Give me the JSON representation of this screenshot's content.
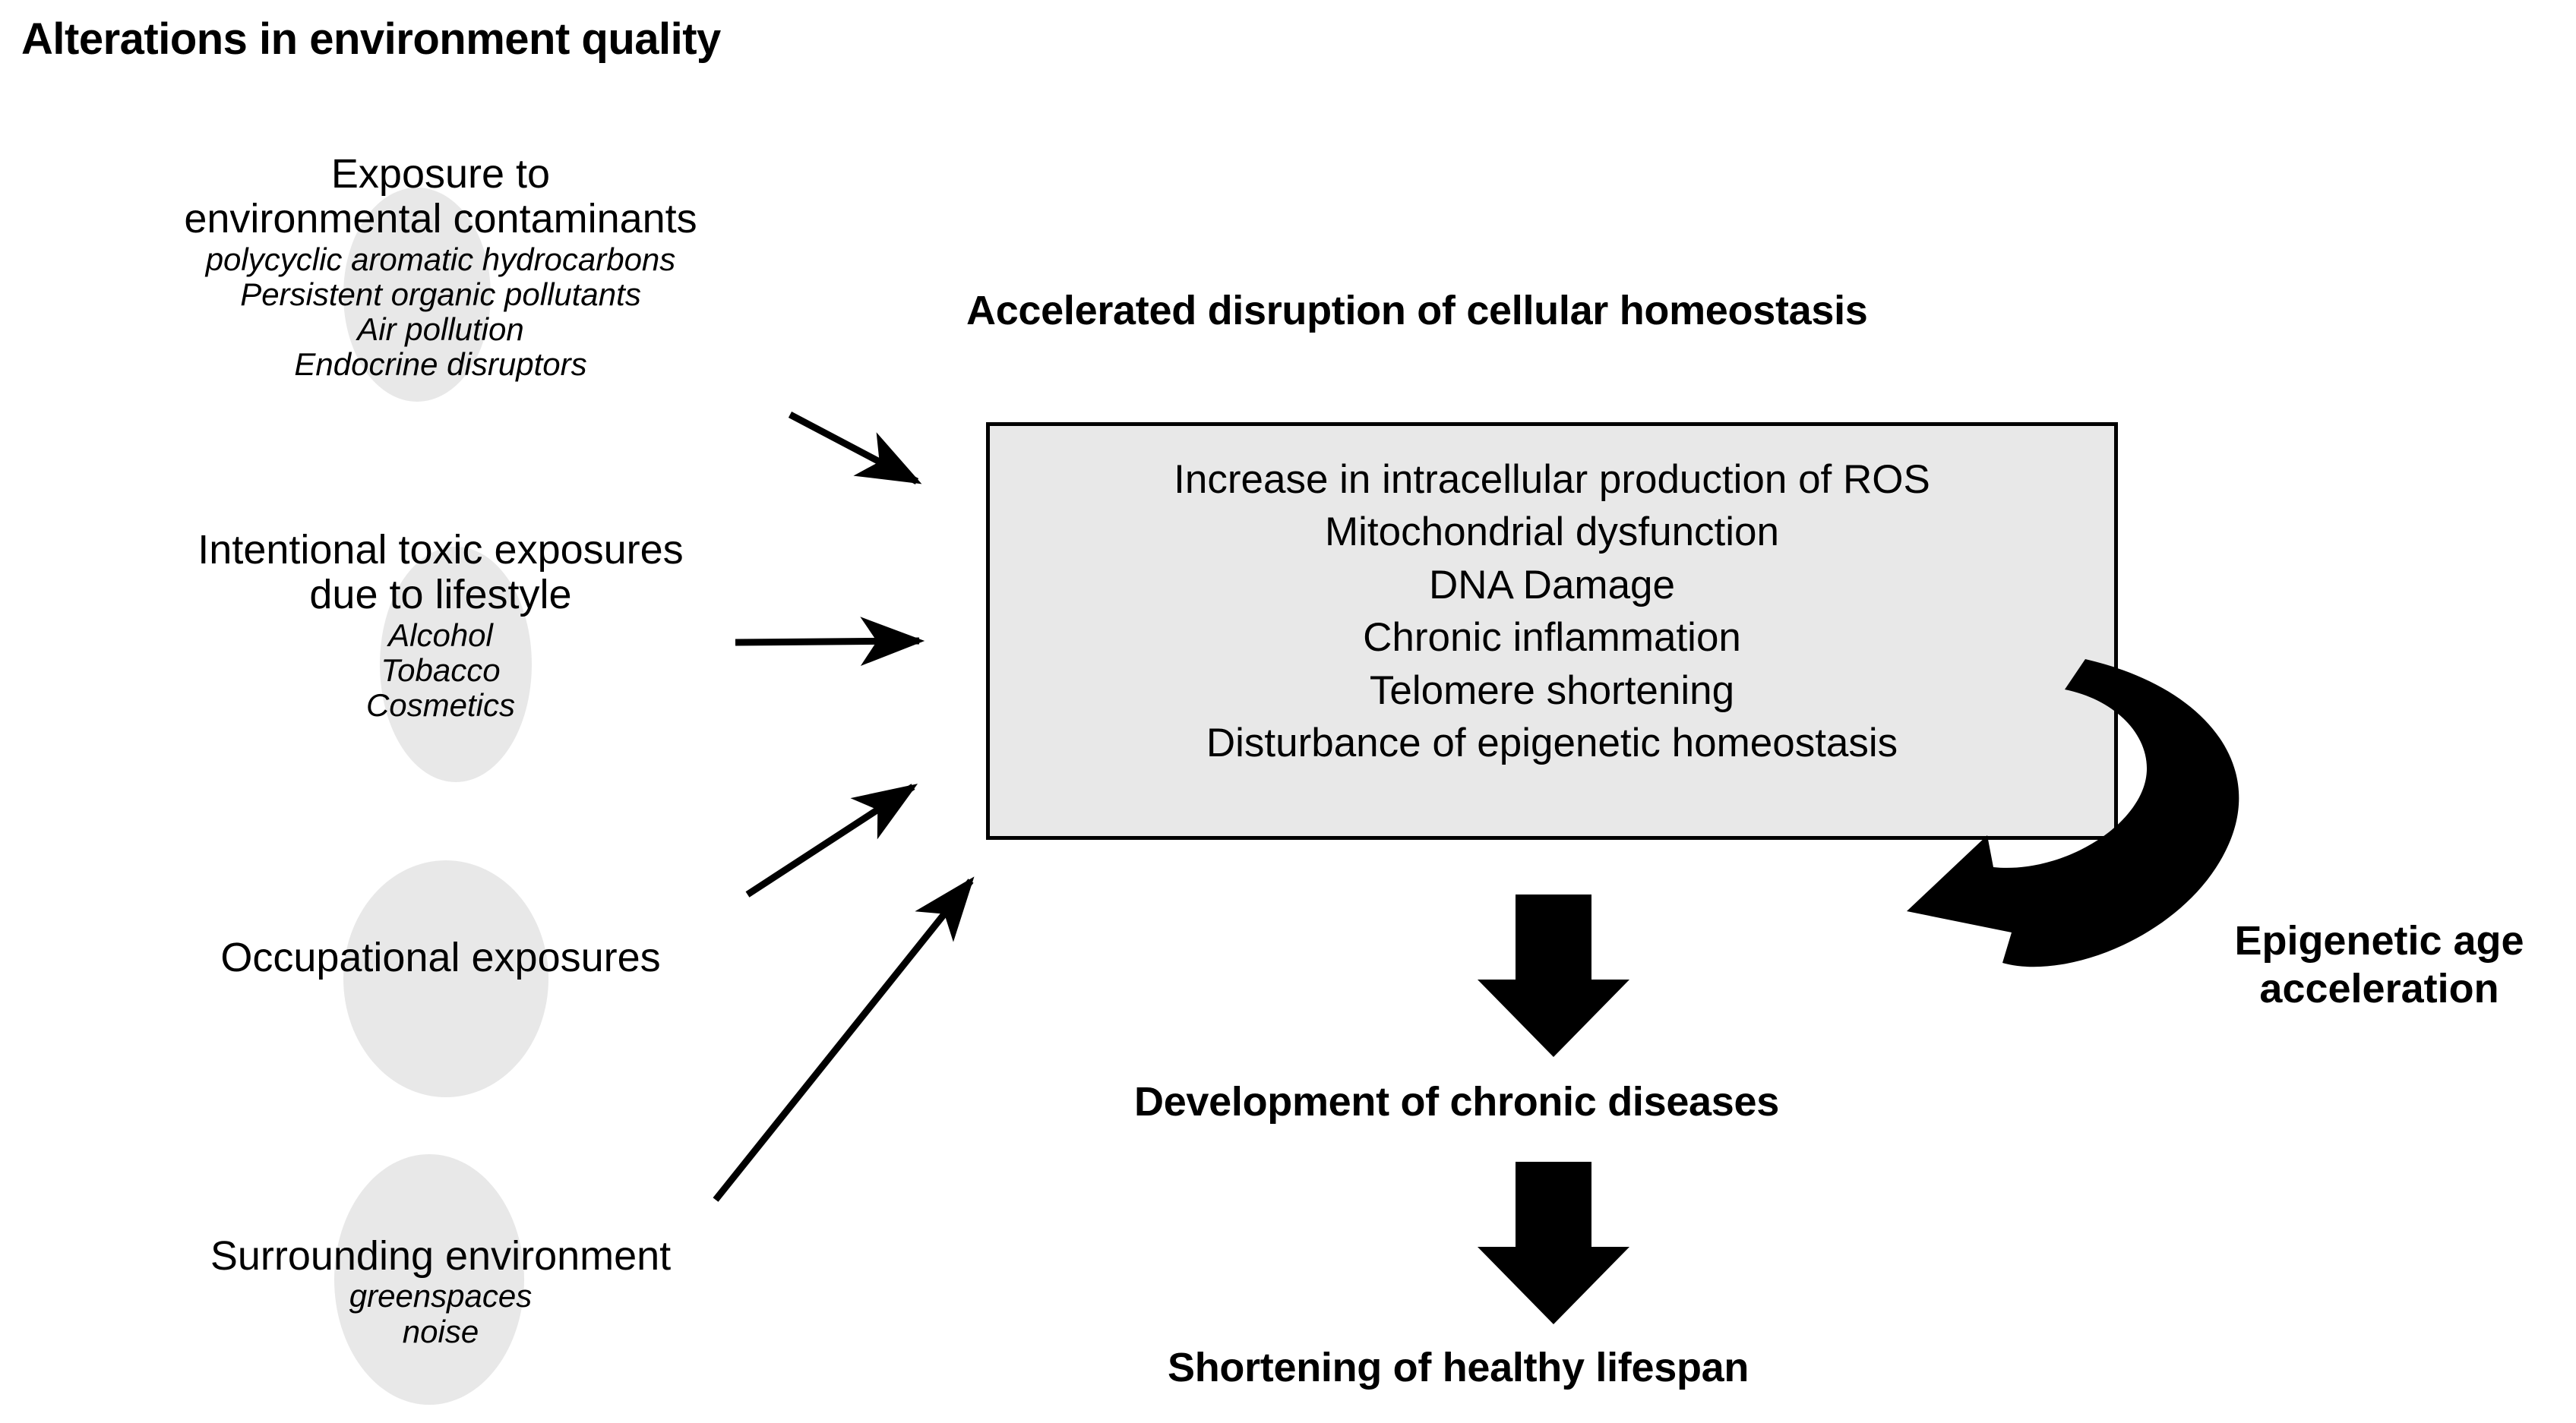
{
  "title": "Alterations in environment quality",
  "colors": {
    "box_fill": "#e8e8e8",
    "blob_fill": "#e8e8e8",
    "stroke": "#000000",
    "background": "#ffffff"
  },
  "left_column": {
    "groups": [
      {
        "name": "environmental-contaminants",
        "main_lines": [
          "Exposure to",
          "environmental contaminants"
        ],
        "sub_lines": [
          "polycyclic aromatic hydrocarbons",
          "Persistent organic pollutants",
          "Air pollution",
          "Endocrine disruptors"
        ]
      },
      {
        "name": "intentional-toxic-exposures",
        "main_lines": [
          "Intentional toxic exposures",
          "due to lifestyle"
        ],
        "sub_lines": [
          "Alcohol",
          "Tobacco",
          "Cosmetics"
        ]
      },
      {
        "name": "occupational-exposures",
        "main_lines": [
          "Occupational exposures"
        ],
        "sub_lines": []
      },
      {
        "name": "surrounding-environment",
        "main_lines": [
          "Surrounding environment"
        ],
        "sub_lines": [
          "greenspaces",
          "noise"
        ]
      }
    ]
  },
  "center": {
    "box_title": "Accelerated disruption of cellular homeostasis",
    "box_items": [
      "Increase in intracellular production of ROS",
      "Mitochondrial dysfunction",
      "DNA Damage",
      "Chronic inflammation",
      "Telomere shortening",
      "Disturbance of epigenetic homeostasis"
    ]
  },
  "outcomes": {
    "chronic_diseases": "Development of chronic diseases",
    "healthy_lifespan": "Shortening of healthy lifespan"
  },
  "feedback": {
    "label_line1": "Epigenetic age",
    "label_line2": "acceleration"
  }
}
